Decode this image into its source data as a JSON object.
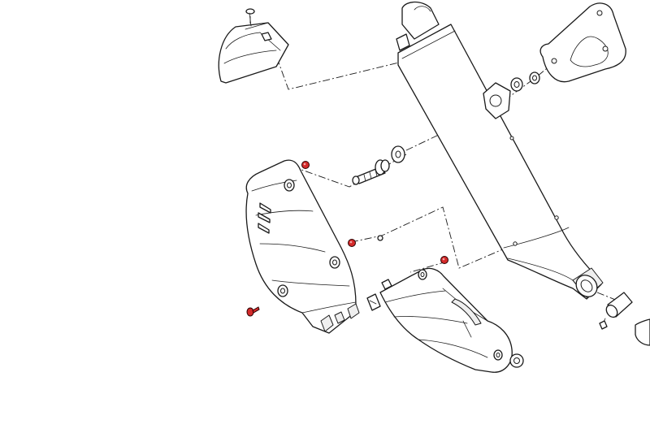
{
  "diagram": {
    "highlight_color": "#d42a2a",
    "line_color": "#1a1a1a",
    "background": "#ffffff",
    "parts": [
      "end-cap",
      "muffler-body",
      "mounting-bracket",
      "heat-shield-large",
      "heat-shield-small",
      "outlet-clamp",
      "mounting-bolt",
      "rubber-grommet",
      "washer"
    ]
  }
}
